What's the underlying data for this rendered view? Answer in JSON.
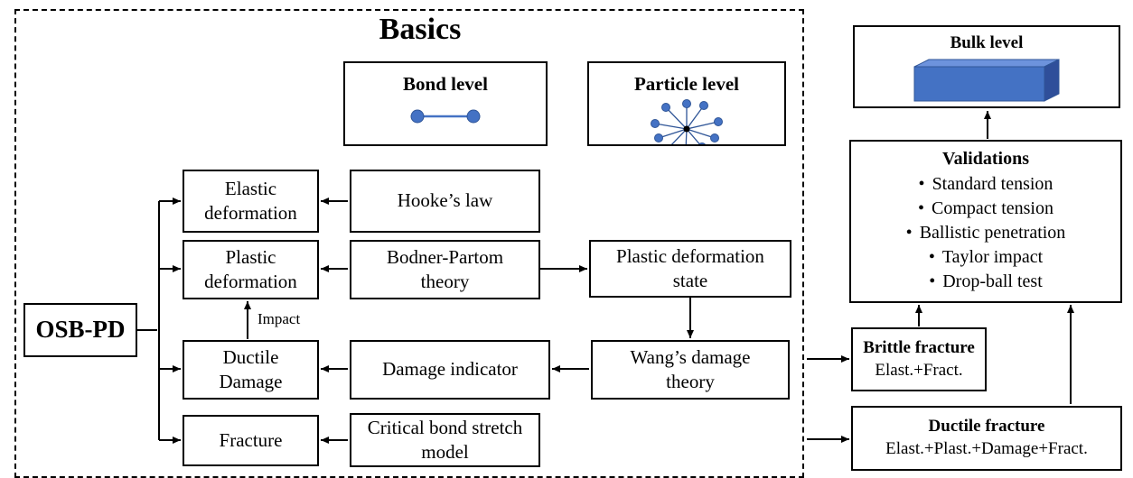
{
  "basics": {
    "title": "Basics"
  },
  "bond_level": {
    "label": "Bond level"
  },
  "particle_level": {
    "label": "Particle level"
  },
  "bulk_level": {
    "label": "Bulk level",
    "color": "#3b6fd4"
  },
  "osb": {
    "label": "OSB-PD"
  },
  "elastic": {
    "lines": [
      "Elastic",
      "deformation"
    ]
  },
  "plastic": {
    "lines": [
      "Plastic",
      "deformation"
    ]
  },
  "ductile": {
    "lines": [
      "Ductile",
      "Damage"
    ]
  },
  "fracture": {
    "label": "Fracture"
  },
  "hooke": {
    "label": "Hooke’s law"
  },
  "bodner": {
    "lines": [
      "Bodner-Partom",
      "theory"
    ]
  },
  "damage_indicator": {
    "label": "Damage indicator"
  },
  "critical": {
    "lines": [
      "Critical bond stretch",
      "model"
    ]
  },
  "plastic_state": {
    "lines": [
      "Plastic deformation",
      "state"
    ]
  },
  "wang": {
    "lines": [
      "Wang’s damage",
      "theory"
    ]
  },
  "impact": {
    "label": "Impact"
  },
  "validations": {
    "title": "Validations",
    "items": [
      "Standard tension",
      "Compact tension",
      "Ballistic penetration",
      "Taylor impact",
      "Drop-ball test"
    ]
  },
  "brittle": {
    "title": "Brittle fracture",
    "sub": "Elast.+Fract."
  },
  "ductile_fracture": {
    "title": "Ductile fracture",
    "sub": "Elast.+Plast.+Damage+Fract."
  },
  "icon_color": "#4472c4"
}
